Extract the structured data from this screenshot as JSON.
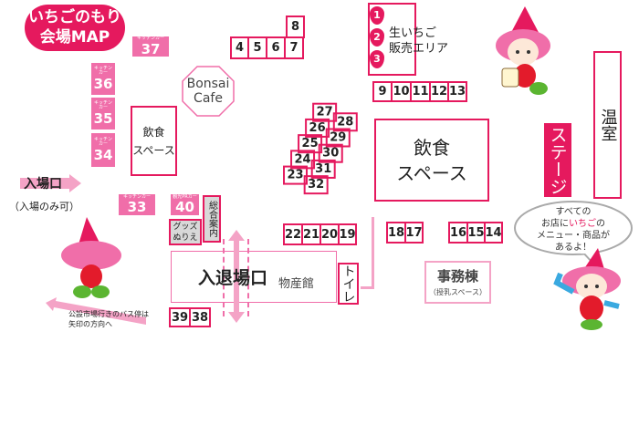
{
  "title": {
    "line1": "いちごのもり",
    "line2": "会場MAP"
  },
  "kitchen_cars": [
    {
      "label": "キッチンカー",
      "num": "37"
    },
    {
      "label": "キッチン カー",
      "num": "36"
    },
    {
      "label": "キッチン カー",
      "num": "35"
    },
    {
      "label": "キッチン カー",
      "num": "34"
    },
    {
      "label": "キッチンカー",
      "num": "33"
    },
    {
      "label": "観光PRカー",
      "num": "40"
    }
  ],
  "cafe": {
    "line1": "Bonsai",
    "line2": "Cafe"
  },
  "dining_left": {
    "line1": "飲食",
    "line2": "スペース"
  },
  "dining_center": {
    "line1": "飲食",
    "line2": "スペース"
  },
  "stalls_top": [
    "4",
    "5",
    "6",
    "7"
  ],
  "stall_8": "8",
  "strawberry_area": {
    "markers": [
      "1",
      "2",
      "3"
    ],
    "line1": "生いちご",
    "line2": "販売エリア"
  },
  "stalls_9_13": [
    "9",
    "10",
    "11",
    "12",
    "13"
  ],
  "diag_left": [
    "27",
    "26",
    "25",
    "24",
    "23"
  ],
  "diag_right": [
    "28",
    "29",
    "30",
    "31",
    "32"
  ],
  "stage": "ステージ",
  "greenhouse": "温室",
  "entrance": {
    "label": "入場口",
    "note": "（入場のみ可）"
  },
  "goods": {
    "line1": "グッズ",
    "line2": "ぬりえ"
  },
  "info": "総合案内",
  "stalls_22_19": [
    "22",
    "21",
    "20",
    "19"
  ],
  "exit_gate": {
    "label": "入退場口",
    "sub": "物産館"
  },
  "toilet": "トイレ",
  "stalls_39_38": [
    "39",
    "38"
  ],
  "stalls_18_17": [
    "18",
    "17"
  ],
  "stalls_16_14": [
    "16",
    "15",
    "14"
  ],
  "office": {
    "label": "事務棟",
    "sub": "（授乳スペース）"
  },
  "bubble": {
    "l1": "すべての",
    "l2a": "お店に",
    "l2b": "いちご",
    "l2c": "の",
    "l3": "メニュー・商品が",
    "l4": "あるよ！"
  },
  "bus_note": {
    "line1": "公設市場行きのバス停は",
    "line2": "矢印の方向へ"
  },
  "colors": {
    "accent": "#e5195e",
    "pink": "#f06ea9",
    "light": "#f4a3c6"
  }
}
